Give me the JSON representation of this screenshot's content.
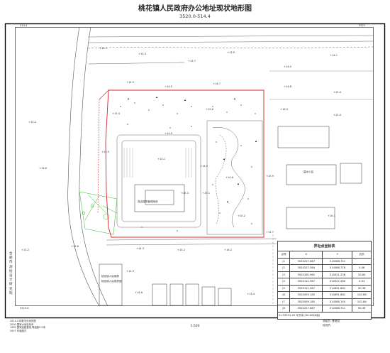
{
  "map": {
    "title": "桃花镇人民政府办公地址现状地形图",
    "subtitle": "3520.0-514.4",
    "scale": "1:500",
    "side_text": "合肥市测绘设计研究院",
    "corners": {
      "top_left": "514.4",
      "top_right": "3521",
      "bottom_left": "3519.8",
      "bottom_right": "514.4"
    },
    "notes": [
      "2014.4 年数字化地形图",
      "2000 国家大地坐标系",
      "1985 国家高程基准,等高距0.5米",
      "2007 年版图式"
    ],
    "signatures": {
      "surveyor_label": "测绘员: 曹超斌",
      "checker_label": "检查员:"
    },
    "boundary_color": "#e02020",
    "vegetation_color": "#30b030",
    "label_color": "#333333",
    "elevations": [
      "+13.1",
      "+13.3",
      "+13.7",
      "+13.9",
      "+14.0",
      "+14.1",
      "+14.2",
      "+14.5",
      "+14.5",
      "+14.7",
      "+14.8",
      "+15.0",
      "+15.4",
      "+15.6",
      "+16.0",
      "+15.0",
      "+14.9",
      "+13.5",
      "+14.1",
      "+14.4",
      "+13.8",
      "+15.9",
      "+15.1",
      "+14.6",
      "+15.2",
      "+15.7",
      "+16.2",
      "+15.2",
      "+14.3",
      "+13.6",
      "+13.2",
      "+14.9",
      "+14.6",
      "+13.4",
      "+15.3",
      "+16.1"
    ],
    "building_labels": [
      "混合楼带管理用房",
      "桃花镇人民政府",
      "碧水小区",
      "桃花镇人民政府楼"
    ]
  },
  "coord_table": {
    "title": "界址点坐标表",
    "headers": [
      "点号",
      "X",
      "Y",
      "边长"
    ],
    "rows": [
      [
        "J1",
        "3520227.667",
        "514588.741",
        ""
      ],
      [
        "J2",
        "3520227.584",
        "514588.778",
        "0.06"
      ],
      [
        "J3",
        "3520181.962",
        "514521.236",
        "20.65"
      ],
      [
        "J4",
        "3520121.967",
        "514522.260",
        "0.04"
      ],
      [
        "J5",
        "3520121.967",
        "514691.682",
        "90.36"
      ],
      [
        "J6",
        "3520059.185",
        "514691.682",
        "102.86"
      ],
      [
        "J7",
        "3520059.185",
        "514588.740",
        "102.86"
      ],
      [
        "J8",
        "3520227.667",
        "514588.741",
        "90.36"
      ]
    ],
    "area": "S=33331.20  平方米  (50.0000亩)"
  }
}
